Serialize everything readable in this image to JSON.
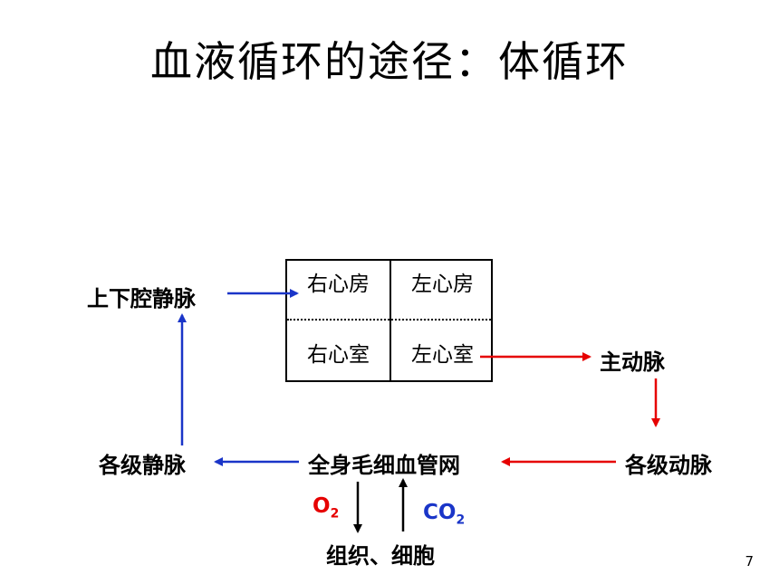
{
  "title": "血液循环的途径：体循环",
  "heart": {
    "right_atrium": "右心房",
    "left_atrium": "左心房",
    "right_ventricle": "右心室",
    "left_ventricle": "左心室"
  },
  "nodes": {
    "vena_cava": "上下腔静脉",
    "aorta": "主动脉",
    "arteries": "各级动脉",
    "capillaries": "全身毛细血管网",
    "veins": "各级静脉",
    "tissues": "组织、细胞"
  },
  "gases": {
    "o2": "O",
    "o2_sub": "2",
    "co2": "CO",
    "co2_sub": "2"
  },
  "colors": {
    "arterial": "#e60000",
    "venous": "#1a35c8",
    "gas_o2": "#e60000",
    "gas_co2": "#1a35c8"
  },
  "page_number": "7"
}
